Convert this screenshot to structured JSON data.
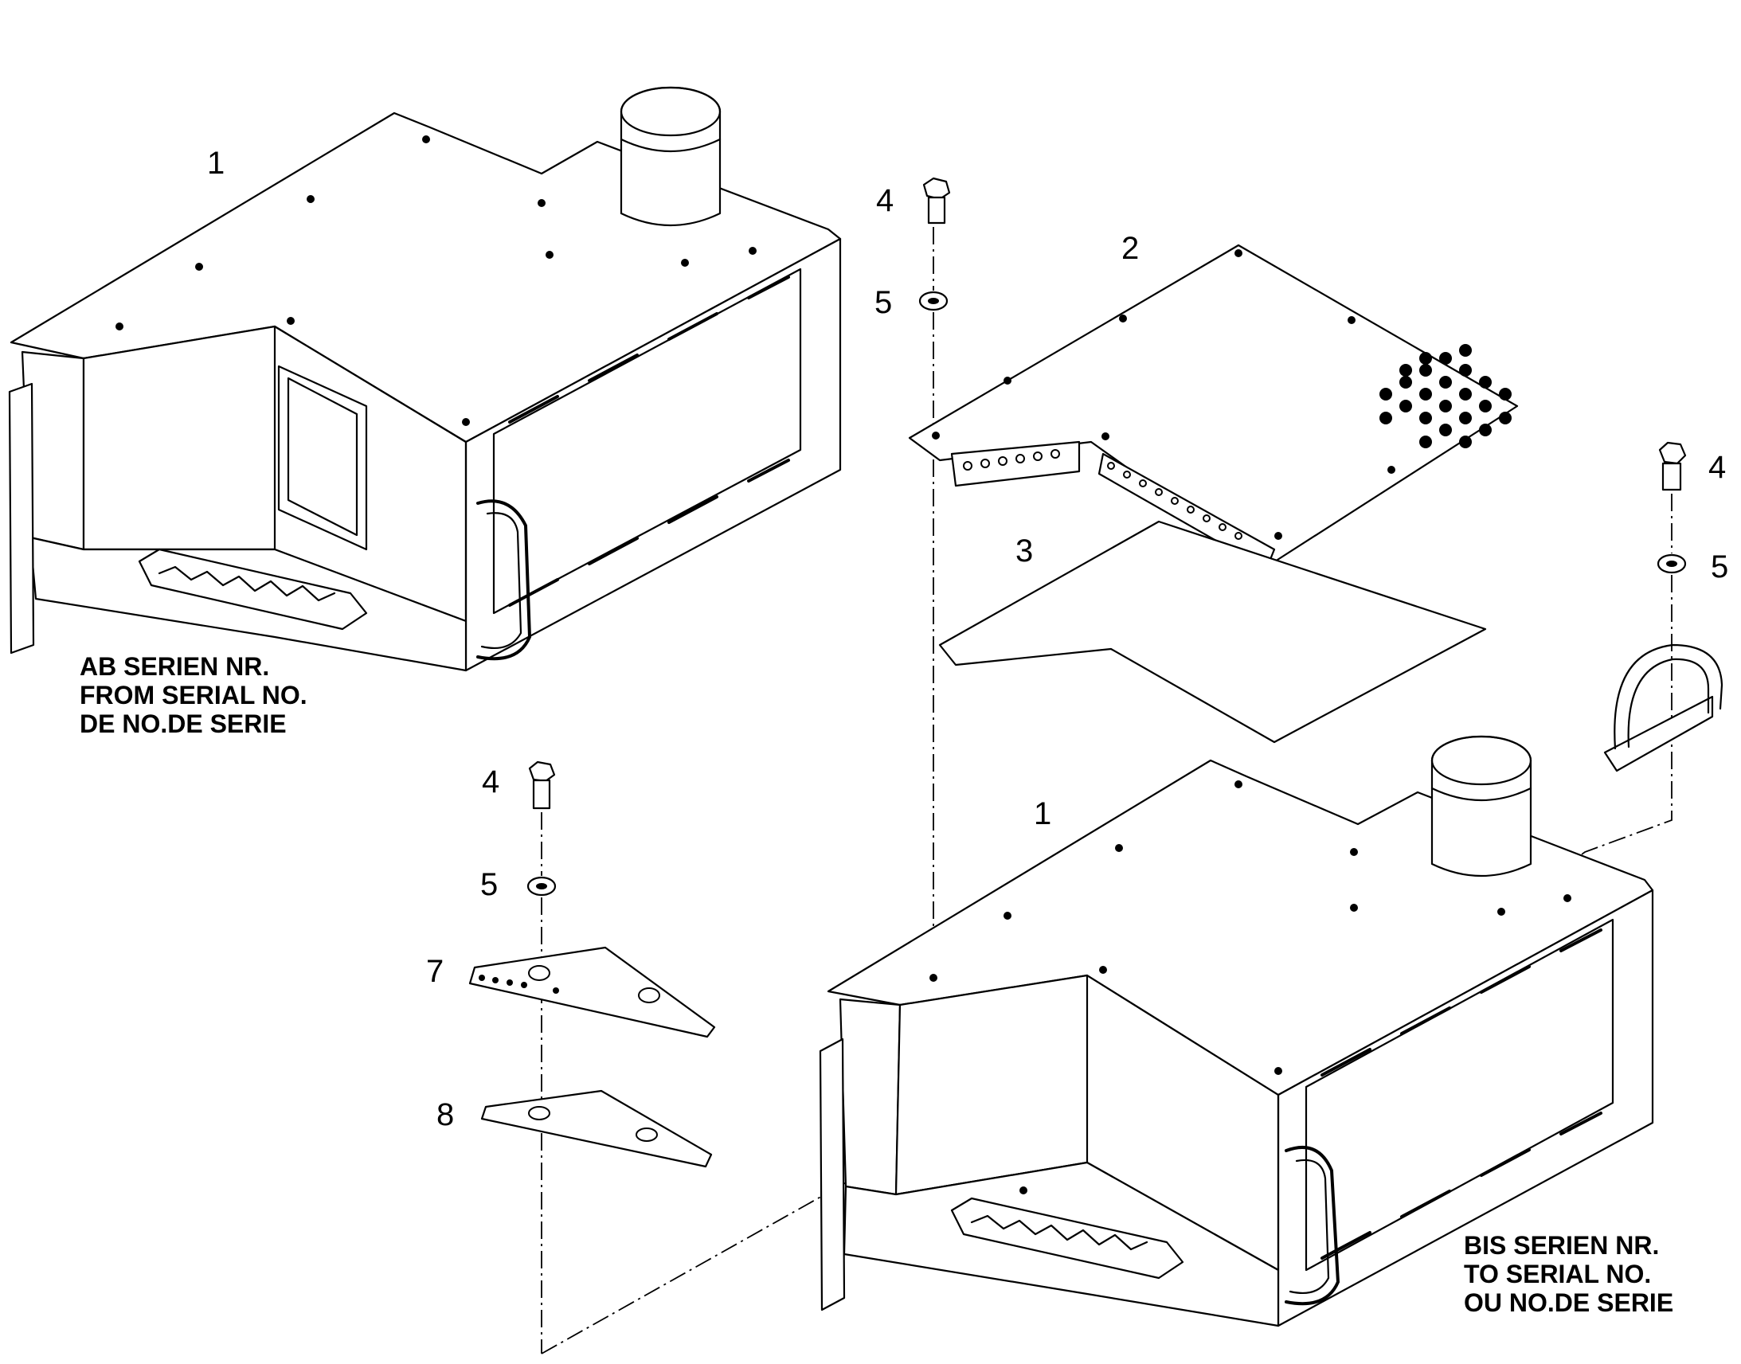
{
  "callouts": {
    "c1_top": "1",
    "c1_bottom": "1",
    "c2": "2",
    "c3": "3",
    "c4_a": "4",
    "c4_b": "4",
    "c4_c": "4",
    "c5_a": "5",
    "c5_b": "5",
    "c5_c": "5",
    "c7": "7",
    "c8": "8"
  },
  "notes": {
    "from_serial": [
      "AB SERIEN NR.",
      "FROM SERIAL NO.",
      "DE NO.DE SERIE"
    ],
    "to_serial": [
      "BIS SERIEN NR.",
      "TO SERIAL NO.",
      "OU NO.DE SERIE"
    ]
  }
}
